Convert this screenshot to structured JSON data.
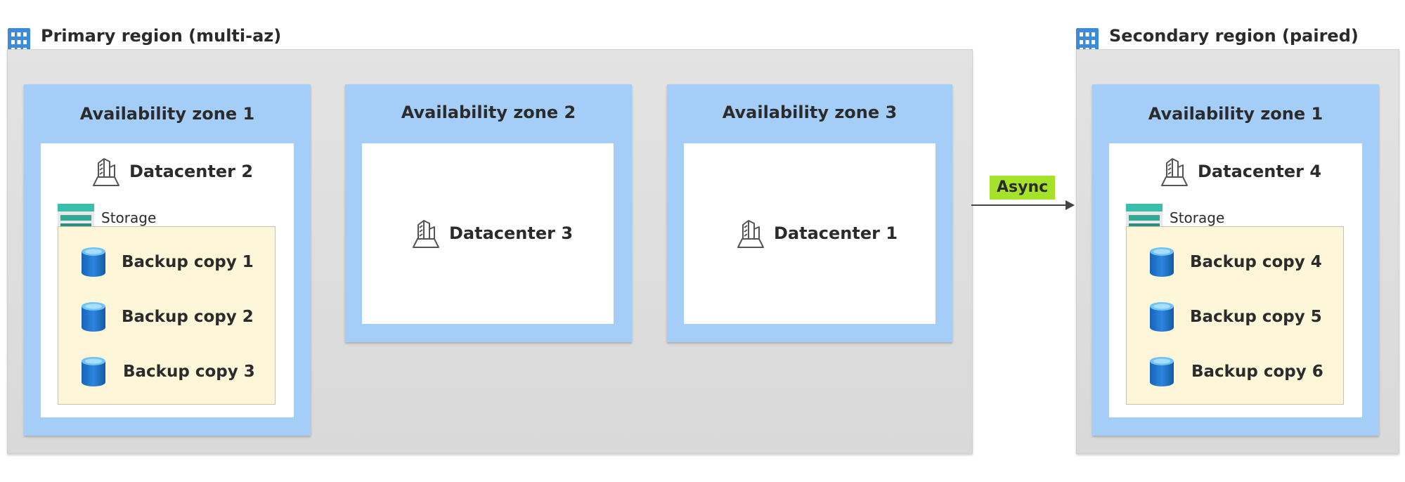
{
  "primary": {
    "title": "Primary region (multi-az)",
    "zones": [
      {
        "title": "Availability zone 1",
        "datacenter": "Datacenter 2",
        "storage": {
          "label": "Storage",
          "backups": [
            "Backup copy 1",
            "Backup copy 2",
            "Backup copy 3"
          ]
        }
      },
      {
        "title": "Availability zone 2",
        "datacenter": "Datacenter 3"
      },
      {
        "title": "Availability zone 3",
        "datacenter": "Datacenter 1"
      }
    ]
  },
  "connector": {
    "label": "Async"
  },
  "secondary": {
    "title": "Secondary region (paired)",
    "zones": [
      {
        "title": "Availability zone 1",
        "datacenter": "Datacenter 4",
        "storage": {
          "label": "Storage",
          "backups": [
            "Backup copy 4",
            "Backup copy 5",
            "Backup copy 6"
          ]
        }
      }
    ]
  },
  "colors": {
    "region_bg": "#dcdcdc",
    "zone_bg": "#a4cef8",
    "storage_bg": "#fdf6d9",
    "async_tag": "#a6e22a",
    "icon_blue": "#1f73c9",
    "storage_icon_teal": "#3bbfad"
  },
  "icons": {
    "region": "building-icon",
    "datacenter": "datacenter-icon",
    "storage": "storage-account-icon",
    "backup": "database-cylinder-icon"
  }
}
